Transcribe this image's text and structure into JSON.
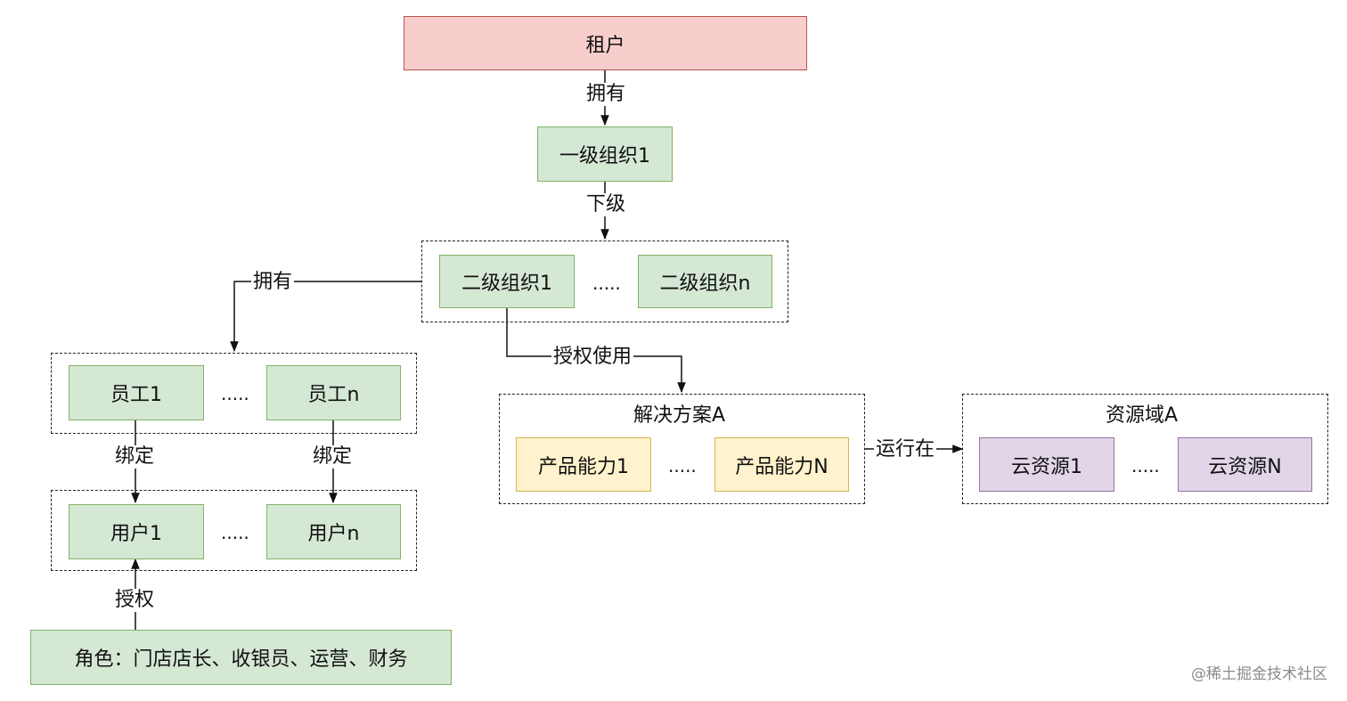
{
  "nodes": {
    "tenant": "租户",
    "org_level1": "一级组织1",
    "org_level2_first": "二级组织1",
    "org_level2_last": "二级组织n",
    "employee_first": "员工1",
    "employee_last": "员工n",
    "user_first": "用户1",
    "user_last": "用户n",
    "roles": "角色：门店店长、收银员、运营、财务",
    "capability_first": "产品能力1",
    "capability_last": "产品能力N",
    "cloud_first": "云资源1",
    "cloud_last": "云资源N"
  },
  "groups": {
    "solution_title": "解决方案A",
    "resource_domain_title": "资源域A"
  },
  "ellipsis": ".....",
  "edges": {
    "tenant_to_org1": "拥有",
    "org1_to_org2": "下级",
    "org2_to_employees": "拥有",
    "org2_to_solution": "授权使用",
    "employee1_to_user1": "绑定",
    "employeen_to_usern": "绑定",
    "role_to_user": "授权",
    "solution_to_resource": "运行在"
  },
  "watermark": "@稀土掘金技术社区",
  "colors": {
    "tenant_fill": "#f8cecc",
    "tenant_stroke": "#b85450",
    "green_fill": "#d5e8d4",
    "green_stroke": "#82b366",
    "yellow_fill": "#fff2cc",
    "yellow_stroke": "#d6b656",
    "purple_fill": "#e1d5e7",
    "purple_stroke": "#9673a6"
  }
}
